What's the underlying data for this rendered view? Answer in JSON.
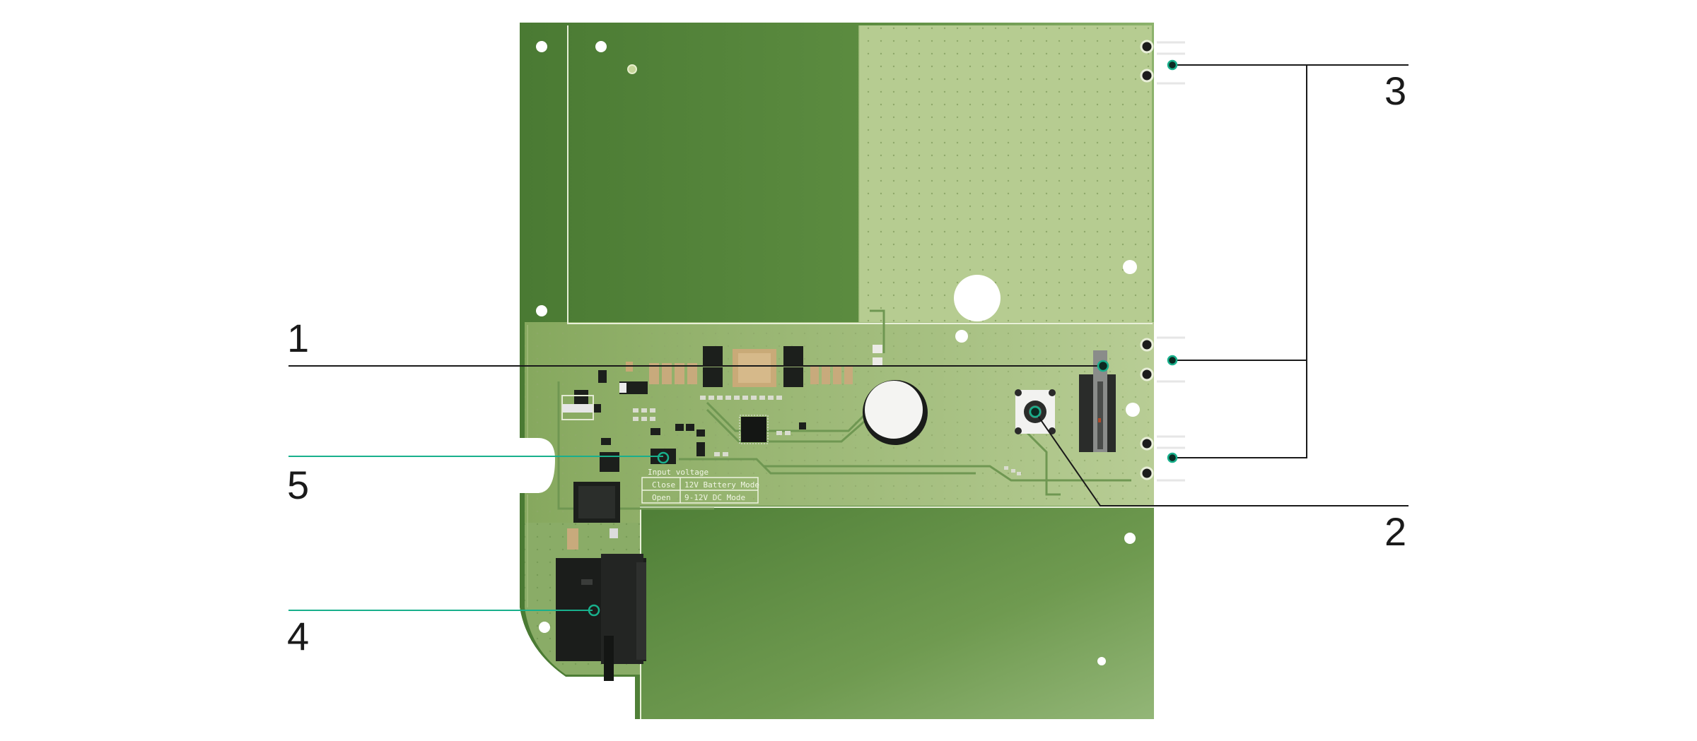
{
  "diagram": {
    "callouts": [
      {
        "id": "1",
        "label": "1"
      },
      {
        "id": "2",
        "label": "2"
      },
      {
        "id": "3",
        "label": "3"
      },
      {
        "id": "4",
        "label": "4"
      },
      {
        "id": "5",
        "label": "5"
      }
    ],
    "silkscreen": {
      "caption": "Input voltage",
      "table": [
        {
          "state": "Close",
          "mode": "12V Battery Mode"
        },
        {
          "state": "Open",
          "mode": "9-12V DC Mode"
        }
      ]
    },
    "colors": {
      "board_dark": "#4e7d36",
      "board_light": "#b7cd92",
      "board_mid": "#8fb06a",
      "callout_line": "#1a1a1a",
      "callout_accent": "#18b08c"
    }
  }
}
